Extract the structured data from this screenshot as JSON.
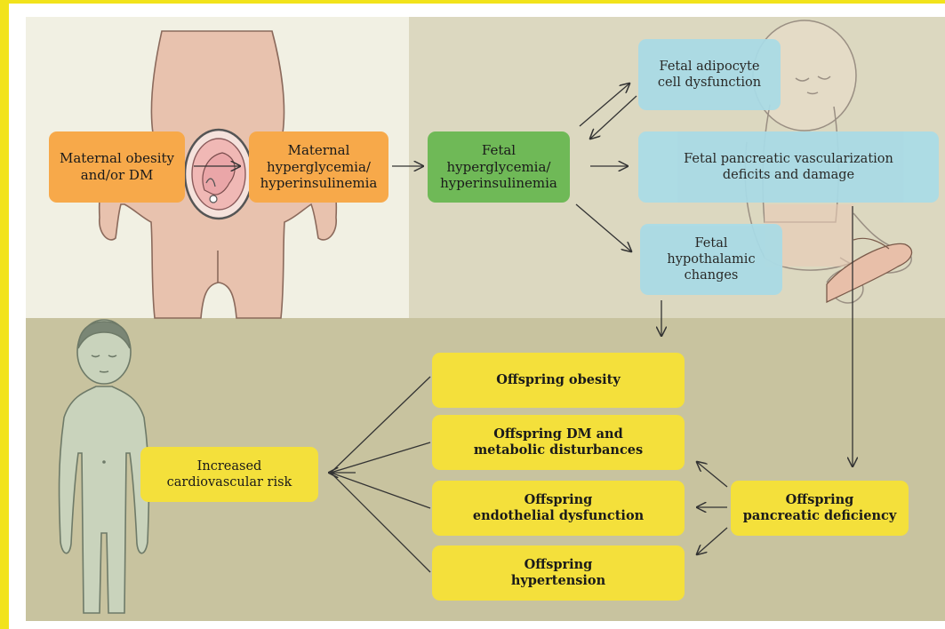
{
  "boxes": {
    "maternal_obesity": "Maternal obesity\nand/or DM",
    "maternal_hyperglycemia": "Maternal\nhyperglycemia/\nhyperinsulinemia",
    "fetal_hyperglycemia": "Fetal\nhyperglycemia/\nhyperinsulinemia",
    "fetal_adipocyte": "Fetal adipocyte\ncell dysfunction",
    "fetal_pancreatic": "Fetal pancreatic vascularization\ndeficits and damage",
    "fetal_hypothalamic": "Fetal\nhypothalamic\nchanges",
    "offspring_obesity": "Offspring obesity",
    "offspring_dm": "Offspring DM and\nmetabolic disturbances",
    "offspring_endothelial": "Offspring\nendothelial dysfunction",
    "offspring_hypertension": "Offspring\nhypertension",
    "offspring_pancreatic": "Offspring\npancreatic deficiency",
    "cardiovascular_risk": "Increased\ncardiovascular risk"
  },
  "colors": {
    "orange": "#f7a94a",
    "green": "#6fb957",
    "blue": "#a9dbe6",
    "yellow": "#f4e03b",
    "skin": "#e8c2ae",
    "child_skin": "#c9d3bc"
  },
  "illustrations": [
    "pregnant-woman",
    "fetus",
    "infant",
    "child"
  ]
}
